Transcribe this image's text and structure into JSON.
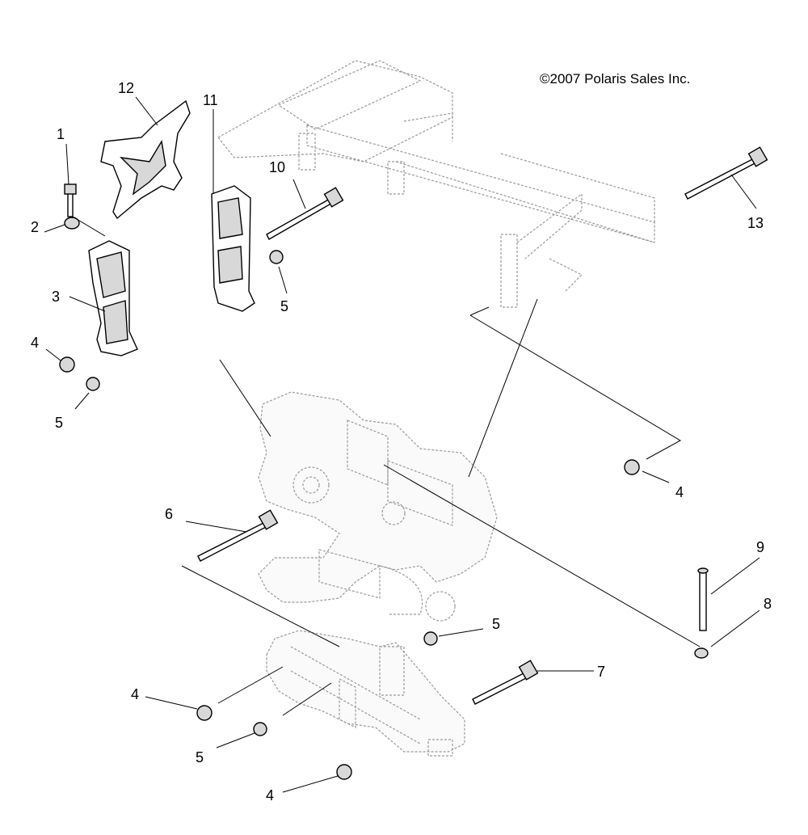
{
  "copyright": "©2007 Polaris Sales Inc.",
  "callouts": {
    "c1": "1",
    "c2": "2",
    "c3": "3",
    "c4a": "4",
    "c5a": "5",
    "c6": "6",
    "c7": "7",
    "c8": "8",
    "c9": "9",
    "c10": "10",
    "c11": "11",
    "c12": "12",
    "c13": "13",
    "c4b": "4",
    "c4c": "4",
    "c4d": "4",
    "c5b": "5",
    "c5c": "5",
    "c5d": "5"
  }
}
